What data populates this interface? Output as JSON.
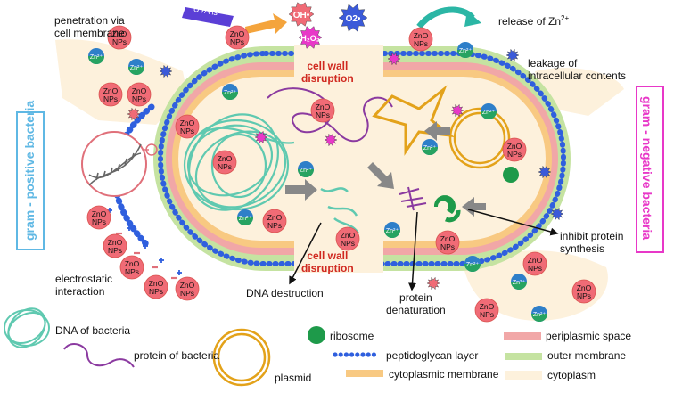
{
  "sides": {
    "left": {
      "text": "gram - positive bacteria",
      "color": "#5fb8e4"
    },
    "right": {
      "text": "gram - negative bacteria",
      "color": "#e838c8"
    }
  },
  "labels": {
    "penetration": [
      "penetration via",
      "cell membrane"
    ],
    "uv": "UV/Vis",
    "oh": "OH",
    "oh_sup": "•",
    "o2": "O",
    "o2_sub": "2",
    "o2_sup": "•",
    "h2o2": "H₂O₂",
    "release": "release of Zn",
    "release_sup": "2+",
    "leakage": [
      "leakage of",
      "intracellular contents"
    ],
    "wall_top": [
      "cell wall",
      "disruption"
    ],
    "wall_bottom": [
      "cell wall",
      "disruption"
    ],
    "electrostatic": [
      "electrostatic",
      "interaction"
    ],
    "dna_destruction": "DNA destruction",
    "protein_denat": [
      "protein",
      "denaturation"
    ],
    "inhibit": [
      "inhibit protein",
      "synthesis"
    ]
  },
  "particle": {
    "line1": "ZnO",
    "line2": "NPs"
  },
  "zn": "Zn²⁺",
  "legend": {
    "dna": "DNA of bacteria",
    "protein": "protein of bacteria",
    "plasmid": "plasmid",
    "ribosome": "ribosome",
    "peptidoglycan": "peptidoglycan layer",
    "cytoplasmic_membrane": "cytoplasmic membrane",
    "periplasmic": "periplasmic space",
    "outer_membrane": "outer membrane",
    "cytoplasm": "cytoplasm"
  },
  "colors": {
    "cytoplasm": "#fdf1dc",
    "periplasm": "#f1a7a7",
    "cyto_membrane": "#f8c982",
    "outer_membrane": "#c5e3a1",
    "peptidoglycan": "#2f5fde",
    "dna": "#5fc9b0",
    "protein": "#8b3aa0",
    "plasmid": "#e3a21a",
    "ribosome": "#1e9a4a",
    "zno": "#f06b76",
    "zn": "#2e7fc9"
  },
  "icons": [
    "dna-helix-icon",
    "ros-burst-icon",
    "arrow-icon"
  ]
}
